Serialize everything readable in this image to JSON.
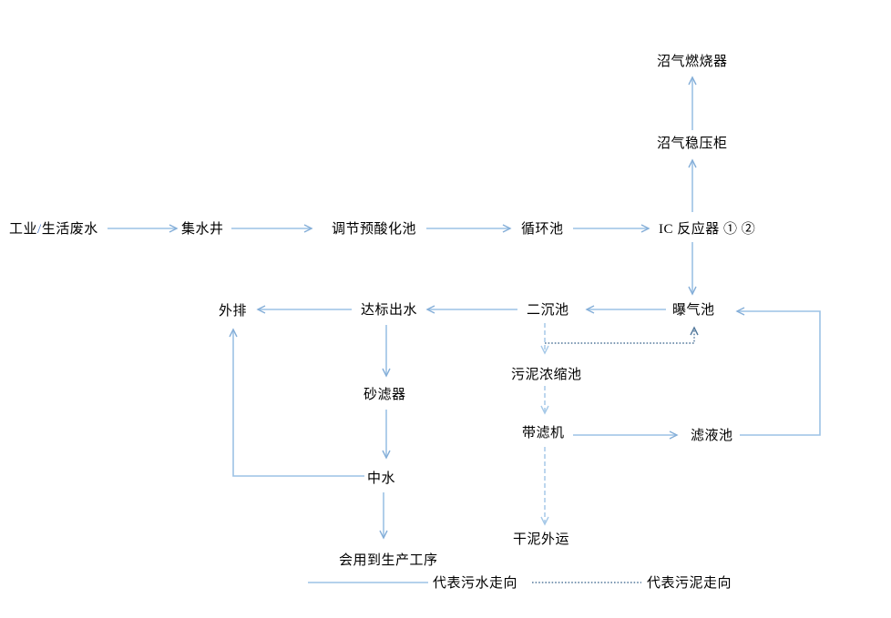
{
  "nodes": {
    "industrial": {
      "pre": "工业",
      "slash": "/",
      "post": "生活废水"
    },
    "collecting_well": "集水井",
    "pre_acidification": "调节预酸化池",
    "circulation": "循环池",
    "ic_reactor": "IC 反应器 ① ②",
    "biogas_burner": "沼气燃烧器",
    "biogas_tank": "沼气稳压柜",
    "aeration": "曝气池",
    "secondary_sedimentation": "二沉池",
    "standard_effluent": "达标出水",
    "discharge": "外排",
    "sludge_thickening": "污泥浓缩池",
    "belt_filter": "带滤机",
    "filtrate_tank": "滤液池",
    "sand_filter": "砂滤器",
    "reclaimed_water": "中水",
    "dried_sludge": "干泥外运",
    "production_reuse": "会用到生产工序"
  },
  "legend": {
    "solid_label": "代表污水走向",
    "dotted_label": "代表污泥走向"
  },
  "colors": {
    "flow_line": "#9CC2E5",
    "flow_arrow": "#84AED8",
    "sludge_dash_line": "#A6C9E8",
    "sludge_dot_line": "#53799C",
    "slash": "#4472C4",
    "text": "#000000",
    "background": "#FFFFFF"
  }
}
